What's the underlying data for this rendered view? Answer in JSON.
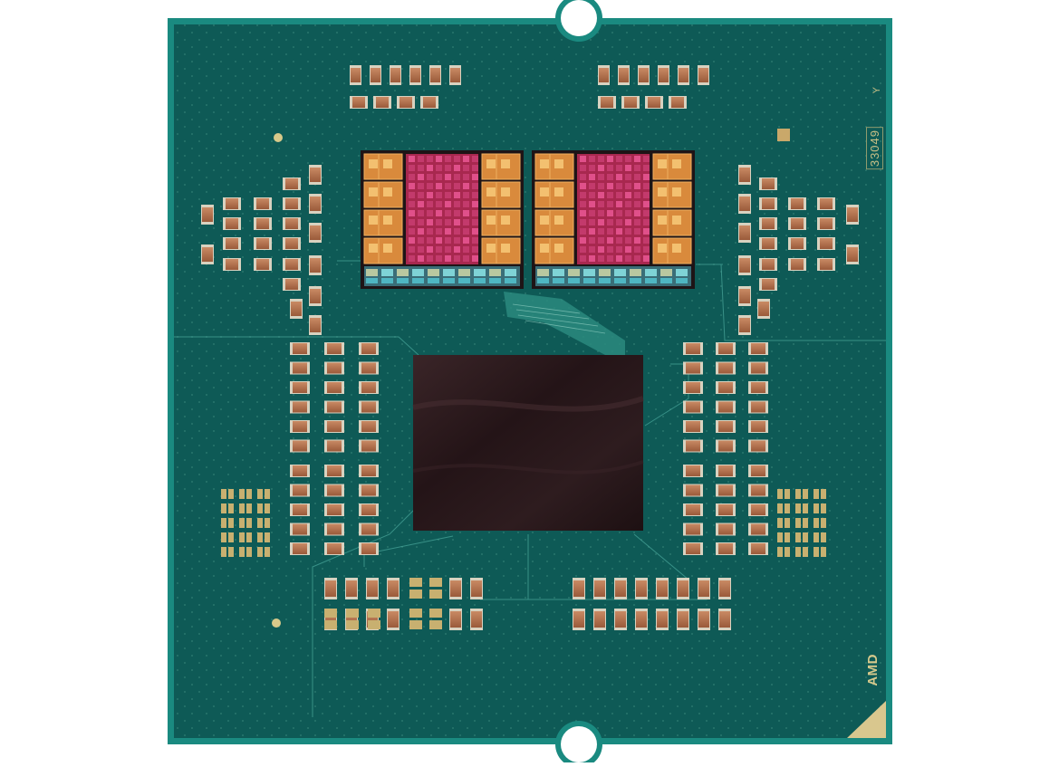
{
  "image": {
    "subject": "processor-package-top-view",
    "colors": {
      "substrate": "#0e5a56",
      "substrate_rim": "#1a8a80",
      "io_die": "#2a1a1e",
      "ccd_copper": "#d98a3c",
      "ccd_magenta": "#c0306a",
      "capacitor": "#b8704a",
      "gold_pad": "#c8b070",
      "background": "#ffffff"
    }
  },
  "markings": {
    "serial": "33049",
    "grade": "Y",
    "brand": "AMD"
  }
}
